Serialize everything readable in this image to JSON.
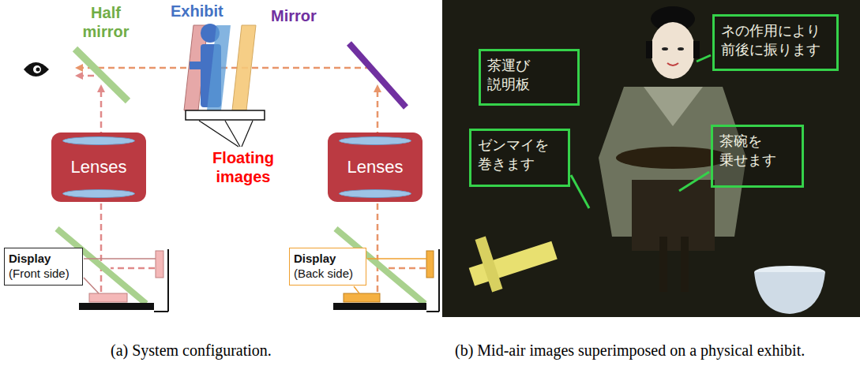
{
  "diagram": {
    "nodes": [
      {
        "text": [
          "Lenses"
        ]
      },
      {
        "text": [
          "Lenses"
        ]
      },
      {
        "text": [
          "Display",
          "(Front side)"
        ]
      },
      {
        "text": [
          "Display",
          "(Back side)"
        ]
      },
      {
        "text": [
          "茶運び 説明板"
        ]
      },
      {
        "text": [
          "ネの作用により 前後に振ります"
        ]
      },
      {
        "text": [
          "ゼンマイを 巻きます"
        ]
      },
      {
        "text": [
          "茶碗を 乗せます"
        ]
      }
    ],
    "labels": [
      "Half mirror",
      "Exhibit",
      "Mirror",
      "Floating images",
      "(a) System configuration.",
      "(b) Mid-air images superimposed on a physical exhibit."
    ]
  }
}
